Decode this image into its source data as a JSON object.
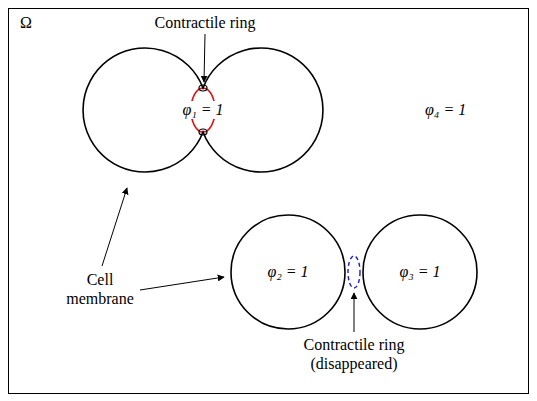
{
  "diagram": {
    "nodes": [
      {
        "text": [
          "Ω",
          "φ₄ = 1"
        ]
      },
      {
        "text": [
          "φ₁ = 1"
        ],
        "in": 0
      },
      {
        "text": [
          "φ₂ = 1"
        ],
        "in": 0
      },
      {
        "text": [
          "φ₃ = 1"
        ],
        "in": 0
      }
    ],
    "labels": [
      "Contractile ring",
      "Cell membrane",
      "Contractile ring (disappeared)"
    ]
  }
}
